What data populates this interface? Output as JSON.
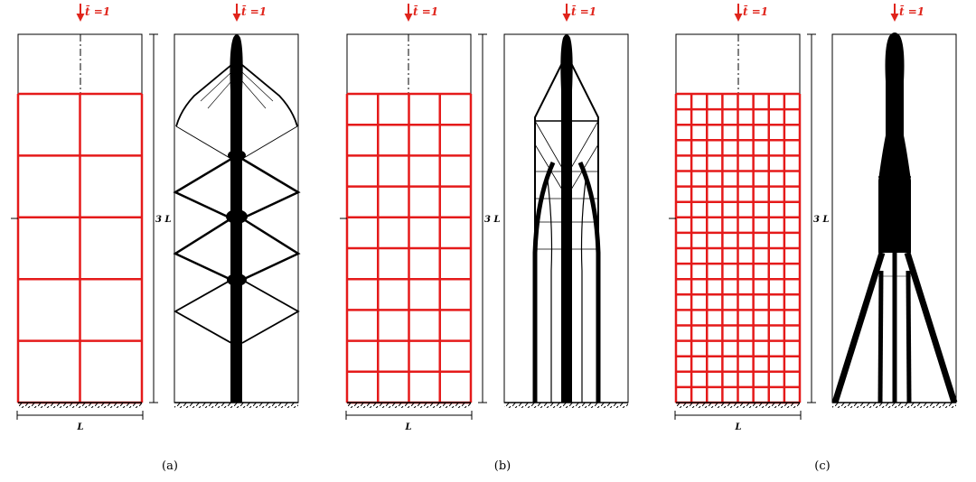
{
  "load_label": "t̄ =1",
  "height_label": "3 L",
  "width_label": "L",
  "colors": {
    "mesh": "#e51a1a",
    "load": "#e0241b",
    "material": "#000000",
    "frame": "#000000"
  },
  "panels": [
    {
      "caption": "(a)",
      "mesh": {
        "cols": 2,
        "rows": 5
      }
    },
    {
      "caption": "(b)",
      "mesh": {
        "cols": 4,
        "rows": 10
      }
    },
    {
      "caption": "(c)",
      "mesh": {
        "cols": 8,
        "rows": 20
      }
    }
  ]
}
